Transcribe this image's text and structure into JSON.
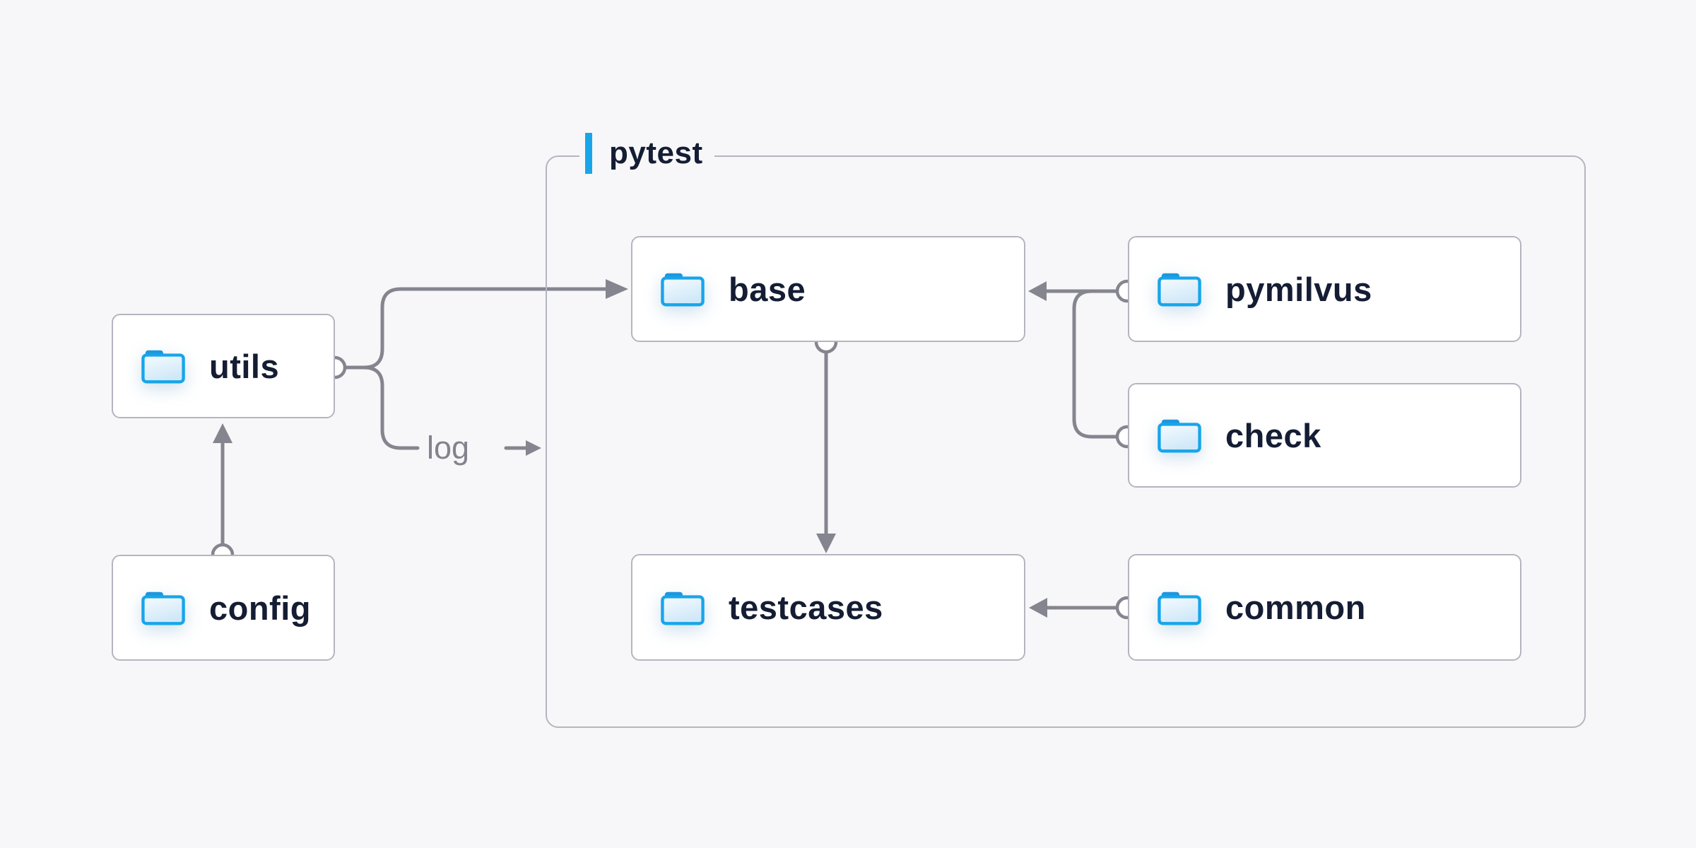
{
  "diagram": {
    "container": {
      "label": "pytest"
    },
    "nodes": {
      "utils": {
        "label": "utils"
      },
      "config": {
        "label": "config"
      },
      "base": {
        "label": "base"
      },
      "pymilvus": {
        "label": "pymilvus"
      },
      "check": {
        "label": "check"
      },
      "testcases": {
        "label": "testcases"
      },
      "common": {
        "label": "common"
      }
    },
    "edge_labels": {
      "log": "log"
    },
    "edges": [
      {
        "from": "config",
        "to": "utils"
      },
      {
        "from": "utils",
        "to": "base"
      },
      {
        "from": "utils",
        "to": "log-output",
        "label": "log"
      },
      {
        "from": "pymilvus",
        "to": "base"
      },
      {
        "from": "check",
        "to": "base"
      },
      {
        "from": "base",
        "to": "testcases"
      },
      {
        "from": "common",
        "to": "testcases"
      }
    ],
    "colors": {
      "page_bg": "#f7f7f9",
      "node_bg": "#ffffff",
      "border_gray": "#b5b5c1",
      "connector_gray": "#85858f",
      "text_navy": "#141d33",
      "edge_label_gray": "#83838d",
      "accent_blue": "#18a6e9"
    },
    "icons": {
      "node_icon": "folder-icon"
    }
  }
}
